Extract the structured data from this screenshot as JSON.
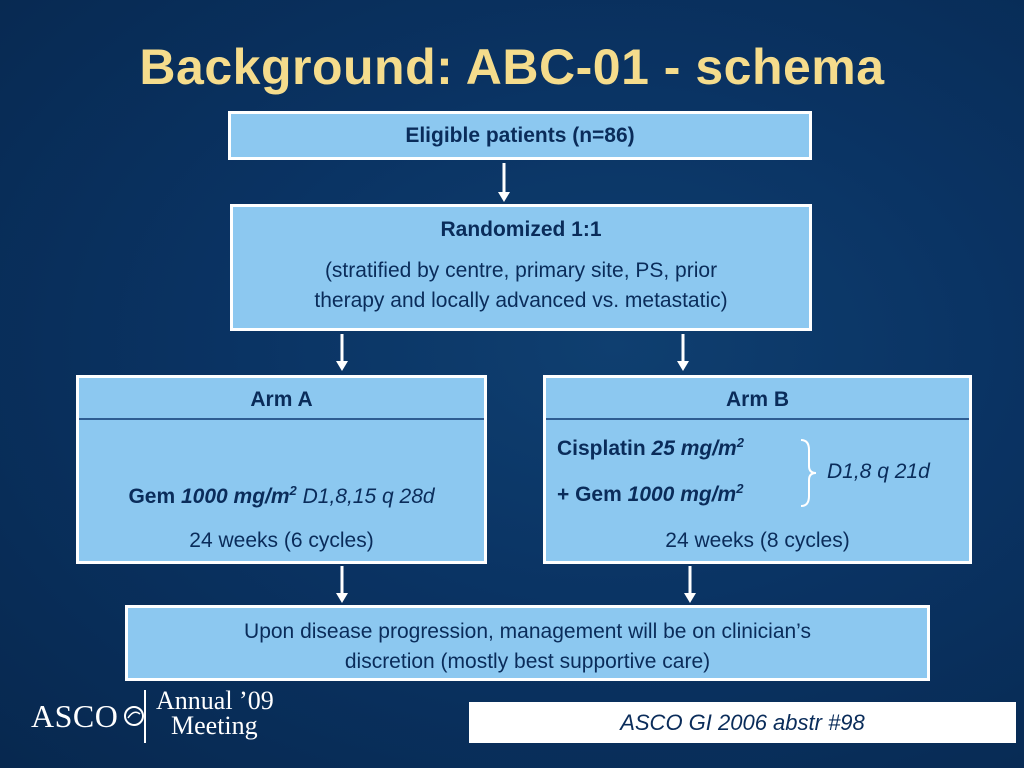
{
  "title": "Background: ABC-01 - schema",
  "eligible": "Eligible patients (n=86)",
  "randomized": {
    "head": "Randomized 1:1",
    "detail_line1": "(stratified by centre, primary site, PS, prior",
    "detail_line2": "therapy and locally advanced vs. metastatic)"
  },
  "arm_a": {
    "label": "Arm A",
    "drug": "Gem",
    "dose": "1000 mg/m",
    "dose_sup": "2",
    "schedule": "D1,8,15 q 28d",
    "duration": "24 weeks (6 cycles)"
  },
  "arm_b": {
    "label": "Arm B",
    "drug1": "Cisplatin",
    "dose1": "25 mg/m",
    "dose1_sup": "2",
    "drug2": "+ Gem",
    "dose2": "1000 mg/m",
    "dose2_sup": "2",
    "schedule": "D1,8 q 21d",
    "duration": "24 weeks (8 cycles)"
  },
  "outcome": {
    "line1": "Upon disease progression, management will be on clinician’s",
    "line2": "discretion (mostly best supportive care)"
  },
  "logo": {
    "org": "ASCO",
    "event_line1": "Annual ’09",
    "event_line2": "Meeting"
  },
  "reference": "ASCO GI 2006 abstr #98",
  "colors": {
    "background": "#0a3363",
    "title": "#f5dc8c",
    "box_fill": "#8cc8f0",
    "box_text": "#0a2c5a"
  }
}
